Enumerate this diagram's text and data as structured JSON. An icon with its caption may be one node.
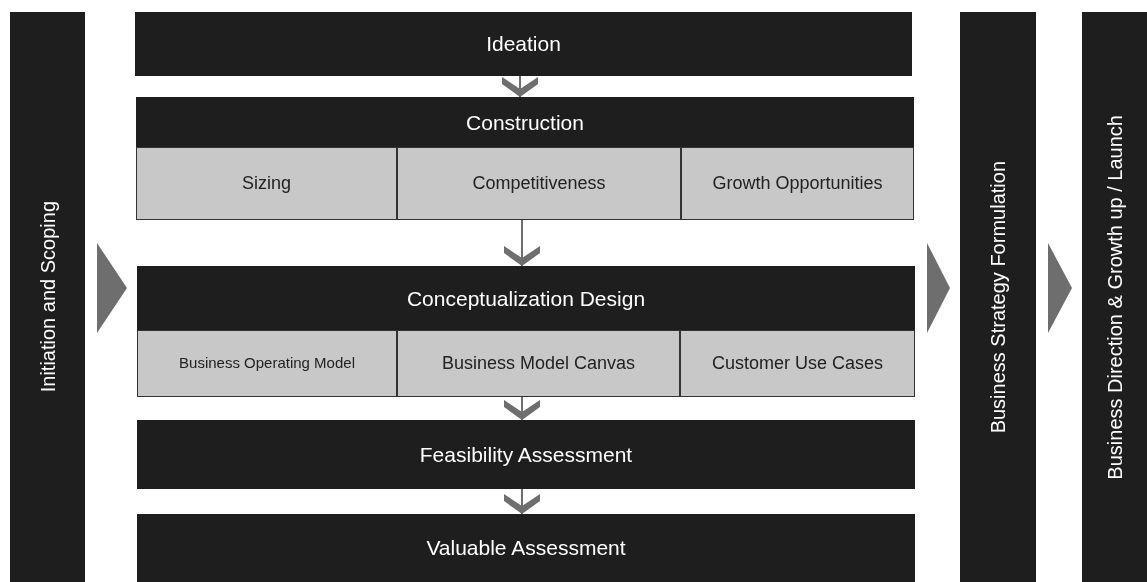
{
  "diagram": {
    "nodes": [
      {
        "text": [
          "Initiation and Scoping"
        ]
      },
      {
        "text": [
          "Ideation"
        ]
      },
      {
        "text": [
          "Construction"
        ]
      },
      {
        "text": [
          "Sizing"
        ],
        "in": 2
      },
      {
        "text": [
          "Competitiveness"
        ],
        "in": 2
      },
      {
        "text": [
          "Growth Opportunities"
        ],
        "in": 2
      },
      {
        "text": [
          "Conceptualization Design"
        ]
      },
      {
        "text": [
          "Business Operating Model"
        ],
        "in": 6
      },
      {
        "text": [
          "Business Model Canvas"
        ],
        "in": 6
      },
      {
        "text": [
          "Customer Use Cases"
        ],
        "in": 6
      },
      {
        "text": [
          "Feasibility Assessment"
        ]
      },
      {
        "text": [
          "Valuable Assessment"
        ]
      },
      {
        "text": [
          "Business Strategy Formulation"
        ]
      },
      {
        "text": [
          "Business Direction & Growth up / Launch"
        ]
      }
    ],
    "edges": [
      {
        "from": 1,
        "to": 2,
        "arrow": "to"
      },
      {
        "from": 2,
        "to": 6,
        "arrow": "to"
      },
      {
        "from": 6,
        "to": 10,
        "arrow": "to"
      },
      {
        "from": 10,
        "to": 11,
        "arrow": "to"
      },
      {
        "from": 0,
        "to": 6,
        "arrow": "to"
      },
      {
        "from": 6,
        "to": 12,
        "arrow": "to"
      },
      {
        "from": 12,
        "to": 13,
        "arrow": "to"
      }
    ]
  }
}
